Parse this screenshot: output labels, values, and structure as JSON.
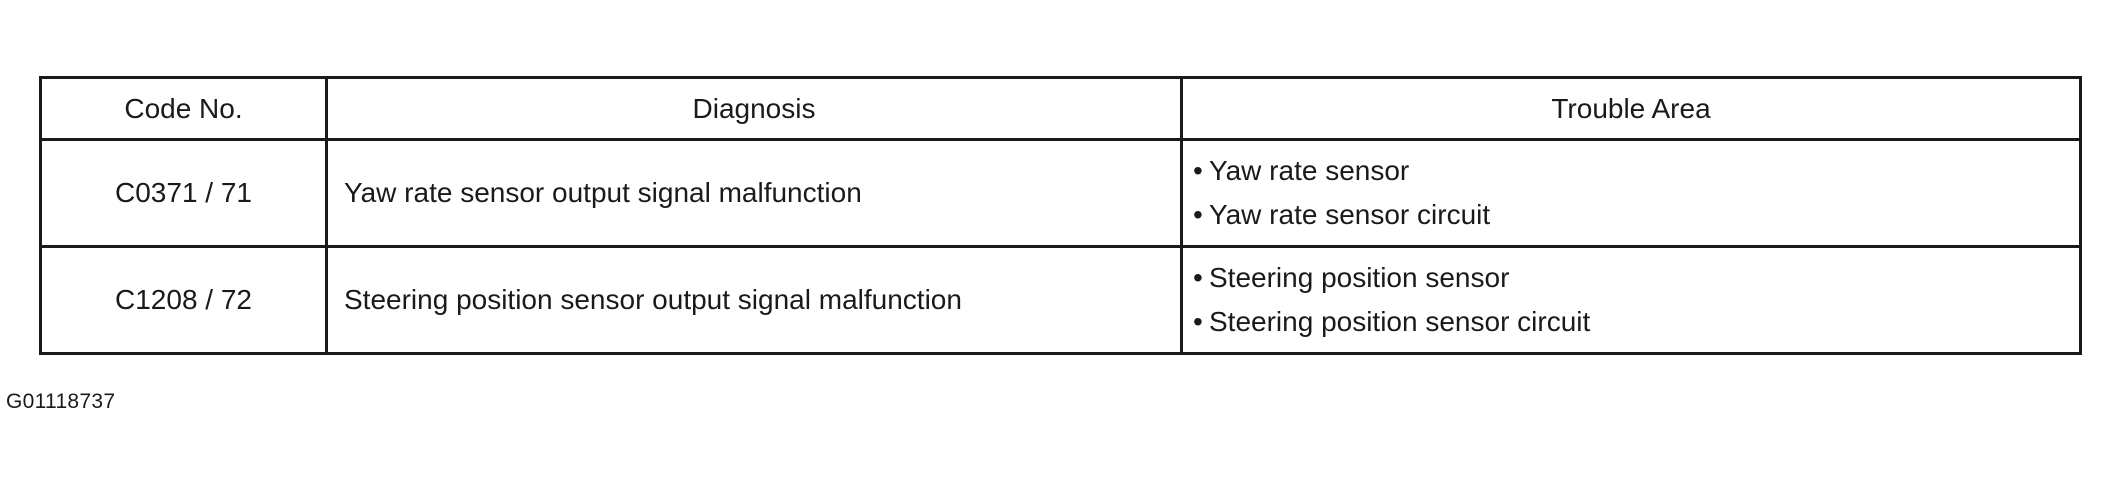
{
  "table": {
    "headers": {
      "code": "Code No.",
      "diagnosis": "Diagnosis",
      "trouble_area": "Trouble Area"
    },
    "rows": [
      {
        "code": "C0371 / 71",
        "diagnosis": "Yaw rate sensor output signal malfunction",
        "trouble_areas": [
          "Yaw rate sensor",
          "Yaw rate sensor circuit"
        ]
      },
      {
        "code": "C1208 / 72",
        "diagnosis": "Steering position sensor output signal malfunction",
        "trouble_areas": [
          "Steering position sensor",
          "Steering position sensor circuit"
        ]
      }
    ],
    "bullet_glyph": "•"
  },
  "figure_id": "G01118737"
}
